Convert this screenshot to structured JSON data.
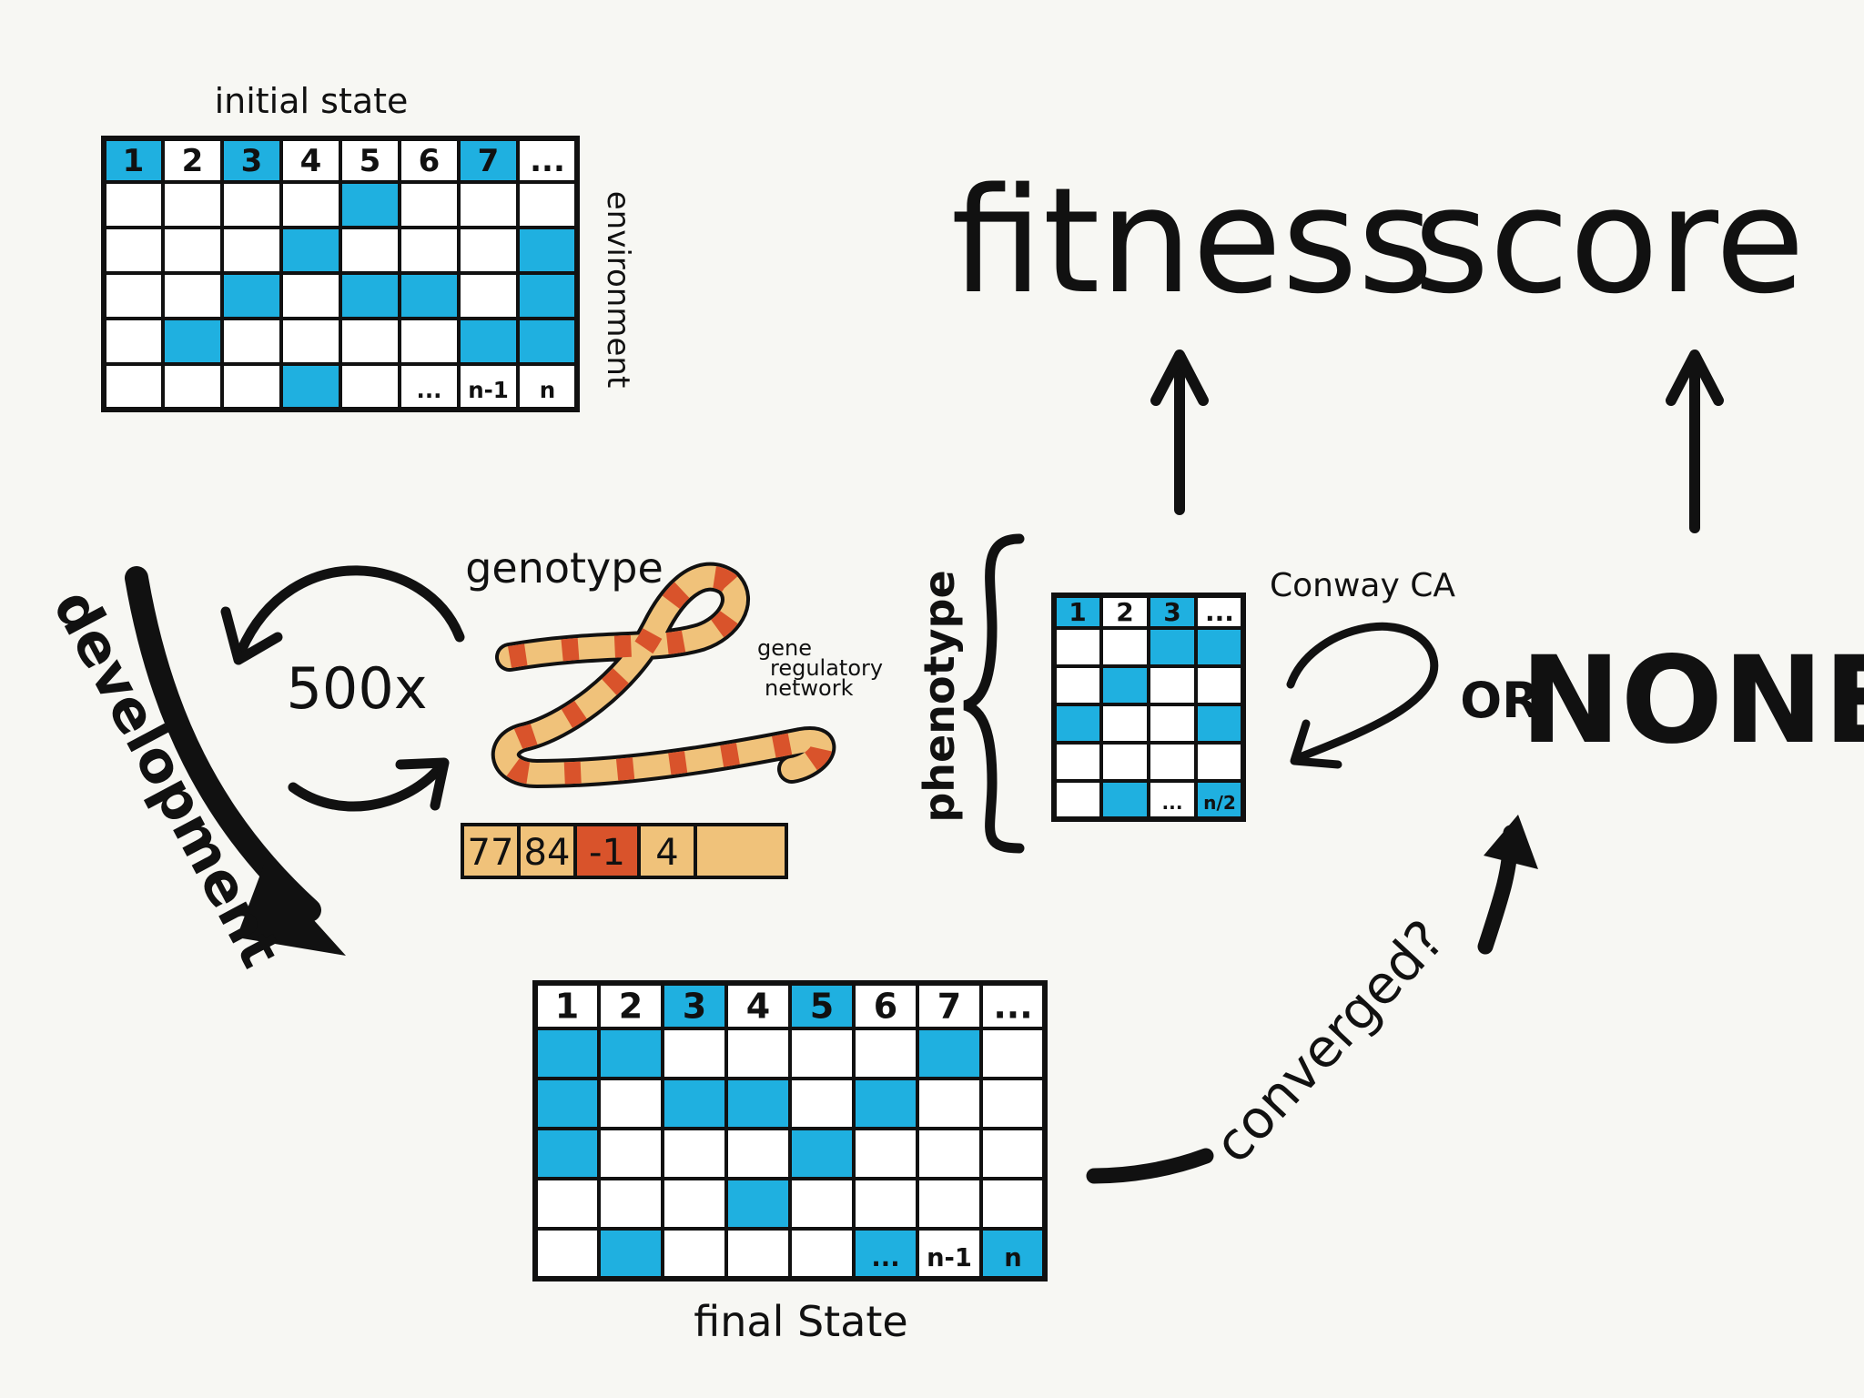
{
  "labels": {
    "initial_state": "initial state",
    "environment": "environment",
    "fitness": "fitness",
    "score": "score",
    "genotype": "genotype",
    "repeat_count": "500x",
    "development": "development",
    "gene_regulatory_network": [
      "gene",
      "regulatory",
      "network"
    ],
    "phenotype": "phenotype",
    "conway_ca": "Conway CA",
    "or": "OR",
    "none": "NONE",
    "converged": "converged?",
    "final_state": "final State"
  },
  "colors": {
    "cell_on": "#1fb0e0",
    "grid_line": "#111111",
    "gene_light": "#f0c27a",
    "gene_dark": "#d9532b",
    "background": "#f7f7f3"
  },
  "initial_grid": {
    "rows": 6,
    "cols": 8,
    "header": [
      "1",
      "2",
      "3",
      "4",
      "5",
      "6",
      "7",
      "..."
    ],
    "last_row_labels": {
      "5": "...",
      "6": "n-1",
      "7": "n"
    },
    "on": [
      [
        0,
        0
      ],
      [
        0,
        2
      ],
      [
        0,
        6
      ],
      [
        1,
        4
      ],
      [
        2,
        3
      ],
      [
        2,
        7
      ],
      [
        3,
        2
      ],
      [
        3,
        4
      ],
      [
        3,
        5
      ],
      [
        3,
        7
      ],
      [
        4,
        1
      ],
      [
        4,
        6
      ],
      [
        4,
        7
      ],
      [
        5,
        3
      ]
    ]
  },
  "phenotype_grid": {
    "rows": 6,
    "cols": 4,
    "header": [
      "1",
      "2",
      "3",
      "..."
    ],
    "last_row_labels": {
      "2": "...",
      "3": "n/2"
    },
    "on": [
      [
        0,
        0
      ],
      [
        0,
        2
      ],
      [
        1,
        2
      ],
      [
        1,
        3
      ],
      [
        2,
        1
      ],
      [
        3,
        0
      ],
      [
        3,
        3
      ],
      [
        5,
        1
      ],
      [
        5,
        3
      ]
    ]
  },
  "final_grid": {
    "rows": 6,
    "cols": 8,
    "header": [
      "1",
      "2",
      "3",
      "4",
      "5",
      "6",
      "7",
      "..."
    ],
    "last_row_labels": {
      "5": "...",
      "6": "n-1",
      "7": "n"
    },
    "on": [
      [
        0,
        2
      ],
      [
        0,
        4
      ],
      [
        1,
        0
      ],
      [
        1,
        1
      ],
      [
        1,
        6
      ],
      [
        2,
        0
      ],
      [
        2,
        2
      ],
      [
        2,
        3
      ],
      [
        2,
        5
      ],
      [
        3,
        0
      ],
      [
        3,
        4
      ],
      [
        4,
        3
      ],
      [
        5,
        1
      ],
      [
        5,
        5
      ],
      [
        5,
        7
      ]
    ]
  },
  "genotype_values": [
    "77",
    "84",
    "-1",
    "4"
  ]
}
